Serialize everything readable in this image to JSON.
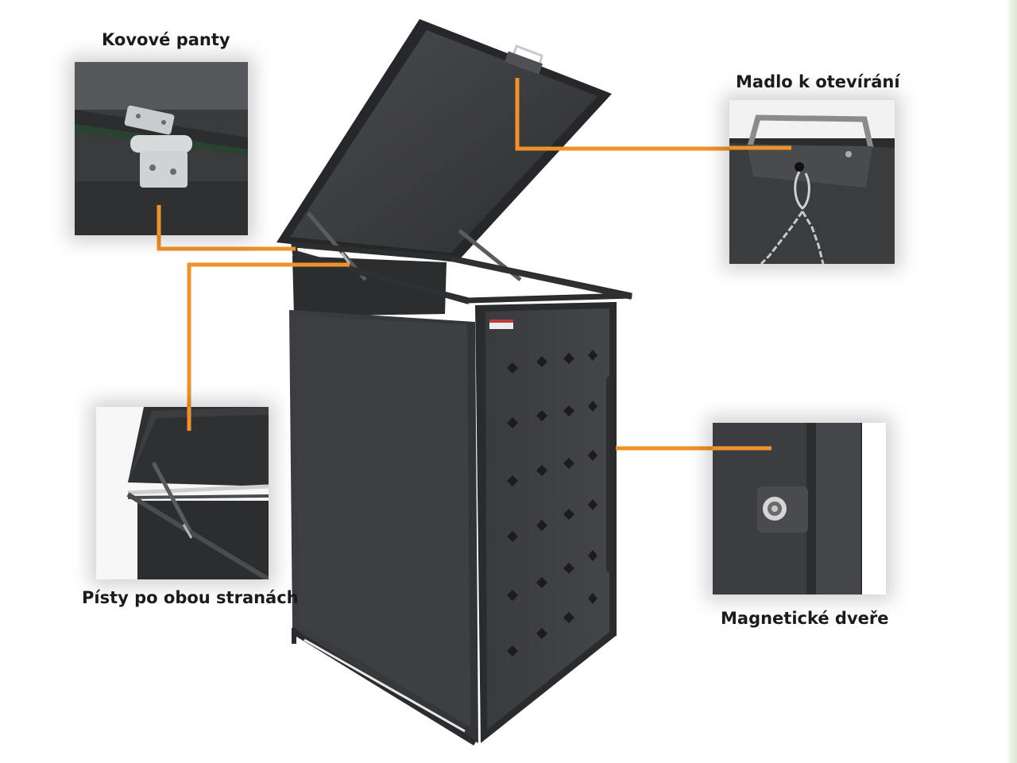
{
  "callouts": {
    "hinges": "Kovové panty",
    "handle": "Madlo k otevírání",
    "pistons": "Písty po obou stranách",
    "door": "Magnetické dveře"
  },
  "colors": {
    "accent": "#f0922a",
    "body": "#3a3b3d",
    "frame": "#2b2c2e"
  }
}
